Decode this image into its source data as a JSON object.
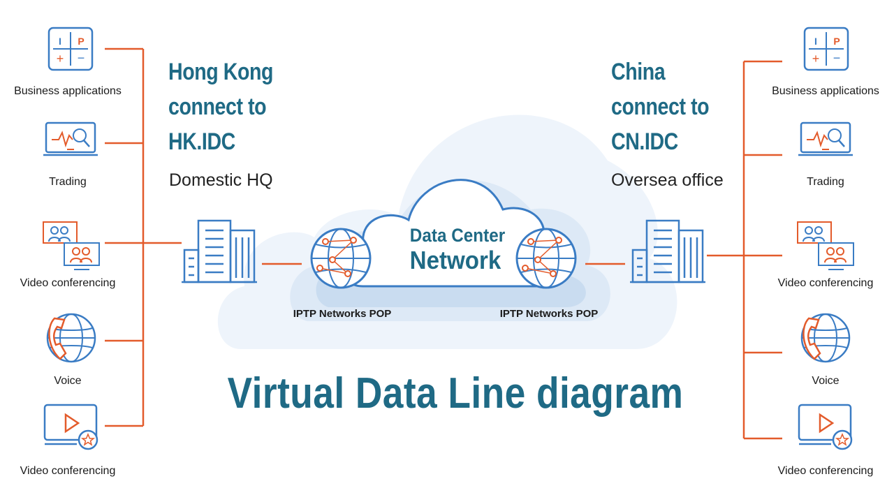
{
  "colors": {
    "line": "#e35b2b",
    "icon_blue": "#3a7cc4",
    "icon_orange": "#e35b2b",
    "title": "#1f6a85",
    "cloud_outer": "#eef4fb",
    "cloud_mid": "#dde9f6",
    "cloud_inner": "#c9dcf0"
  },
  "left": {
    "heading_lines": [
      "Hong Kong",
      "connect to",
      "HK.IDC"
    ],
    "subheading": "Domestic HQ",
    "services": [
      {
        "label": "Business applications",
        "icon": "business-apps-icon"
      },
      {
        "label": "Trading",
        "icon": "trading-icon"
      },
      {
        "label": "Video conferencing",
        "icon": "video-conferencing-icon"
      },
      {
        "label": "Voice",
        "icon": "voice-icon"
      },
      {
        "label": "Video conferencing",
        "icon": "video-play-icon"
      }
    ],
    "pop_label": "IPTP Networks POP"
  },
  "right": {
    "heading_lines": [
      "China",
      "connect to",
      "CN.IDC"
    ],
    "subheading": "Oversea office",
    "services": [
      {
        "label": "Business applications",
        "icon": "business-apps-icon"
      },
      {
        "label": "Trading",
        "icon": "trading-icon"
      },
      {
        "label": "Video conferencing",
        "icon": "video-conferencing-icon"
      },
      {
        "label": "Voice",
        "icon": "voice-icon"
      },
      {
        "label": "Video conferencing",
        "icon": "video-play-icon"
      }
    ],
    "pop_label": "IPTP Networks POP"
  },
  "cloud": {
    "line1": "Data Center",
    "line2": "Network"
  },
  "title": "Virtual Data Line diagram"
}
